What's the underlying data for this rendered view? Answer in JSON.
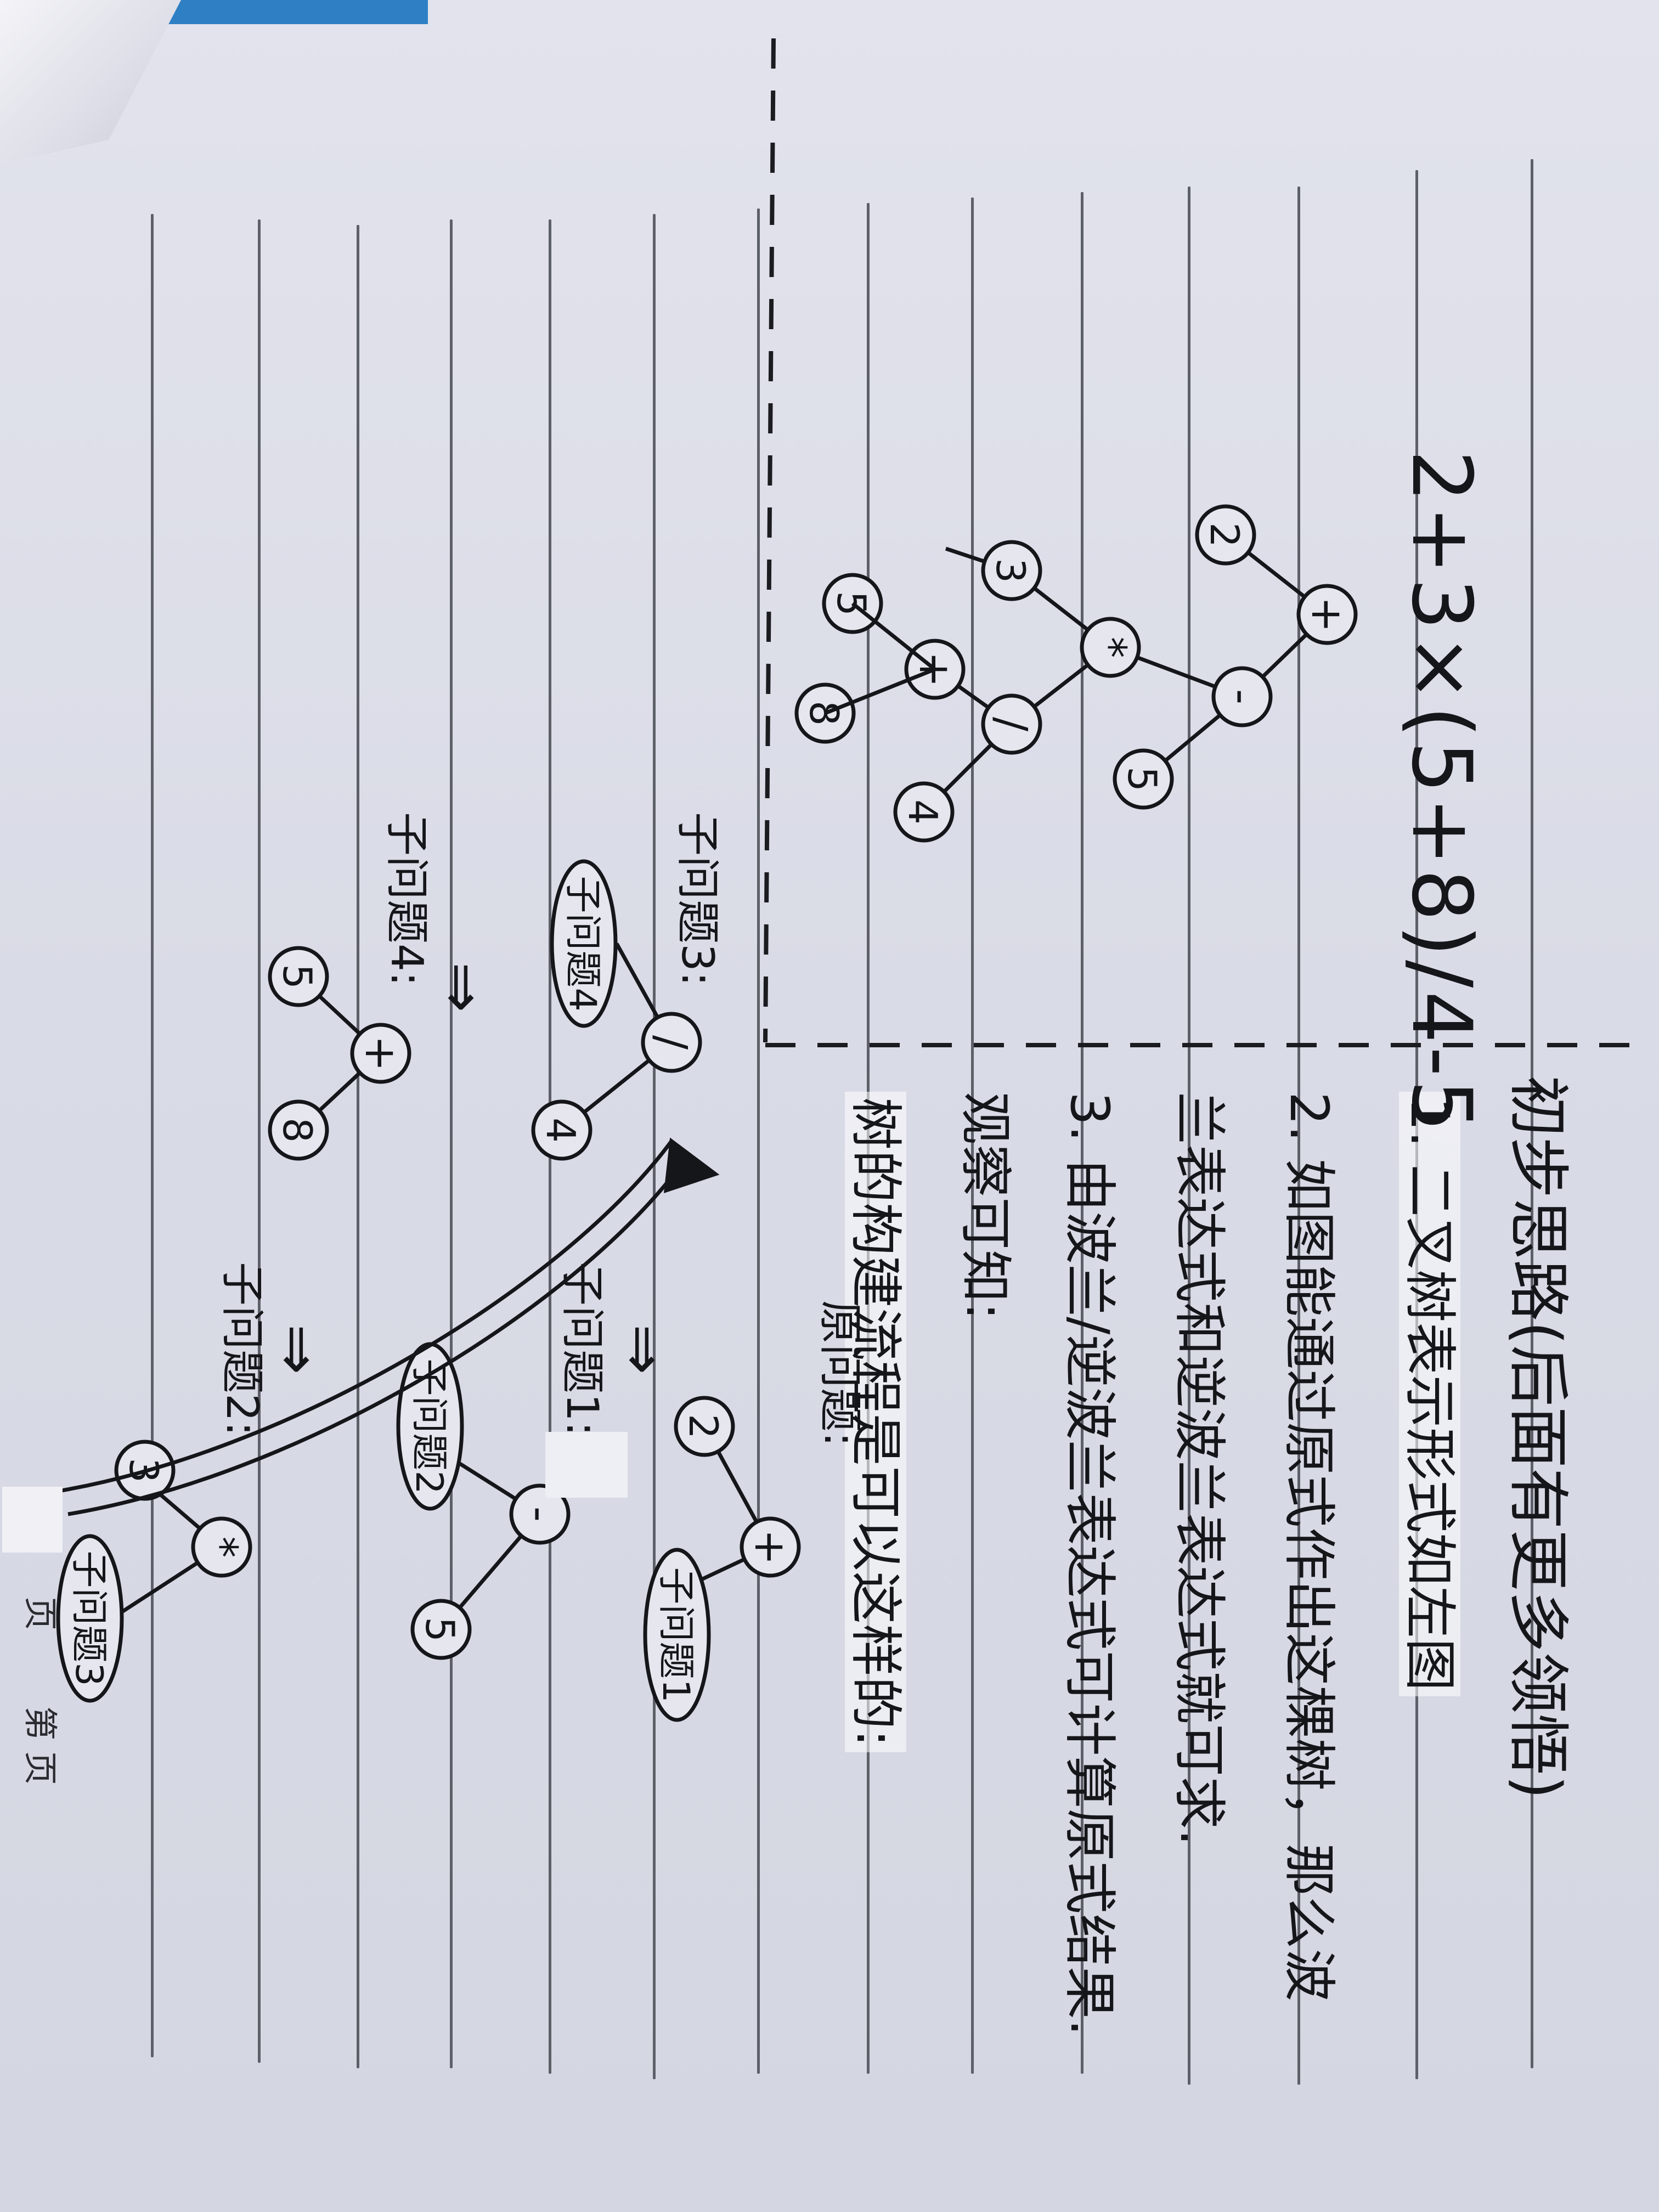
{
  "notes": {
    "heading": "初步思路(后面有更多领悟)",
    "point_1": "1. 二叉树表示形式如左图",
    "point_2a": "2. 如图能通过原式作出这棵树，那么波",
    "point_2b": "兰表达式和逆波兰表达式就可求.",
    "point_3": "3. 由波兰/逆波兰表达式可计算原式结果.",
    "observe": "观察可知:",
    "tree_build": "树的构建流程是可以这样的:"
  },
  "formula": "2+3×(5+8)/4-5",
  "expression_tree": {
    "root": "+",
    "nodes": [
      "+",
      "2",
      "-",
      "*",
      "5",
      "3",
      "/",
      "+",
      "4",
      "5",
      "8"
    ]
  },
  "subproblems": {
    "original": {
      "label": "原问题:",
      "nodes": [
        "+",
        "2",
        "子问题1"
      ]
    },
    "sub1": {
      "label": "子问题1:",
      "nodes": [
        "-",
        "子问题2",
        "5"
      ]
    },
    "sub2": {
      "label": "子问题2:",
      "nodes": [
        "*",
        "3",
        "子问题3"
      ]
    },
    "sub3": {
      "label": "子问题3:",
      "nodes": [
        "/",
        "子问题4",
        "4"
      ]
    },
    "sub4": {
      "label": "子问题4:",
      "nodes": [
        "+",
        "5",
        "8"
      ]
    },
    "arrow": "⇓"
  },
  "footer": {
    "left": "页",
    "right": "第  页"
  }
}
